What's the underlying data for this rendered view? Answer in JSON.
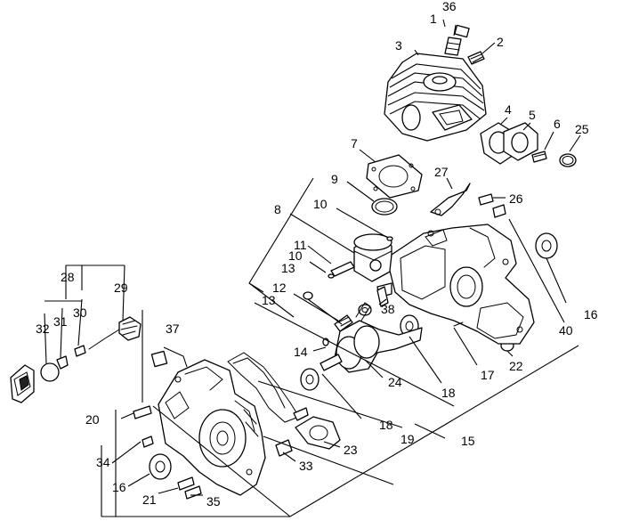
{
  "diagram": {
    "callouts": [
      "36",
      "1",
      "2",
      "3",
      "4",
      "5",
      "6",
      "25",
      "7",
      "9",
      "27",
      "26",
      "10",
      "8",
      "11",
      "10",
      "13",
      "12",
      "13",
      "38",
      "16",
      "40",
      "37",
      "14",
      "24",
      "17",
      "22",
      "18",
      "28",
      "29",
      "30",
      "31",
      "32",
      "20",
      "18",
      "15",
      "19",
      "23",
      "34",
      "33",
      "16",
      "21",
      "35"
    ],
    "parts": [
      {
        "name": "cylinder-part"
      },
      {
        "name": "spark-plug-part"
      },
      {
        "name": "decompression-valve-part"
      },
      {
        "name": "cylinder-bolt-part"
      },
      {
        "name": "muffler-gasket-part"
      },
      {
        "name": "exhaust-flange-part"
      },
      {
        "name": "ring-25-part"
      },
      {
        "name": "cylinder-gasket-part"
      },
      {
        "name": "o-ring-part"
      },
      {
        "name": "bracket-27-part"
      },
      {
        "name": "piston-part"
      },
      {
        "name": "crankcase-right-part"
      },
      {
        "name": "crankshaft-part"
      },
      {
        "name": "crankcase-left-part"
      },
      {
        "name": "bearing-part"
      },
      {
        "name": "fuel-cap-part"
      },
      {
        "name": "filter-pickup-part"
      },
      {
        "name": "intake-manifold-part"
      },
      {
        "name": "crankcase-gasket-part"
      }
    ]
  }
}
